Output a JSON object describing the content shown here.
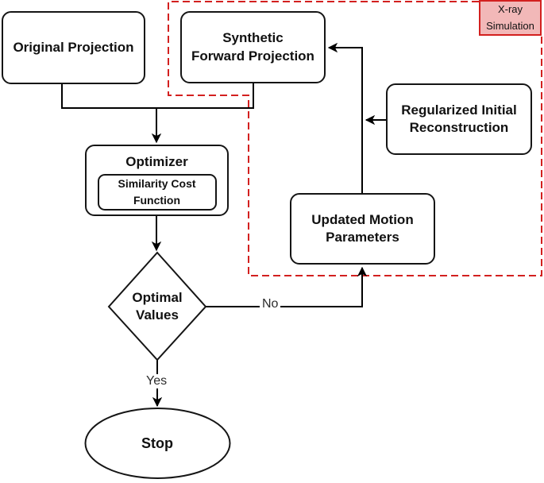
{
  "diagram": {
    "nodes": {
      "original_projection": {
        "label": "Original Projection"
      },
      "synthetic_forward_projection": {
        "label": "Synthetic\nForward Projection"
      },
      "regularized_initial_reconstruction": {
        "label": "Regularized Initial\nReconstruction"
      },
      "optimizer": {
        "label": "Optimizer"
      },
      "similarity_cost_function": {
        "label": "Similarity Cost\nFunction"
      },
      "updated_motion_parameters": {
        "label": "Updated Motion\nParameters"
      },
      "optimal_values": {
        "label": "Optimal\nValues"
      },
      "stop": {
        "label": "Stop"
      }
    },
    "region": {
      "label": "X-ray\nSimulation"
    },
    "edge_labels": {
      "yes": "Yes",
      "no": "No"
    },
    "colors": {
      "region_border": "#d3201f",
      "region_fill": "#f2b8b8",
      "line": "#000000",
      "node_fill": "#ffffff",
      "text": "#111111"
    }
  }
}
